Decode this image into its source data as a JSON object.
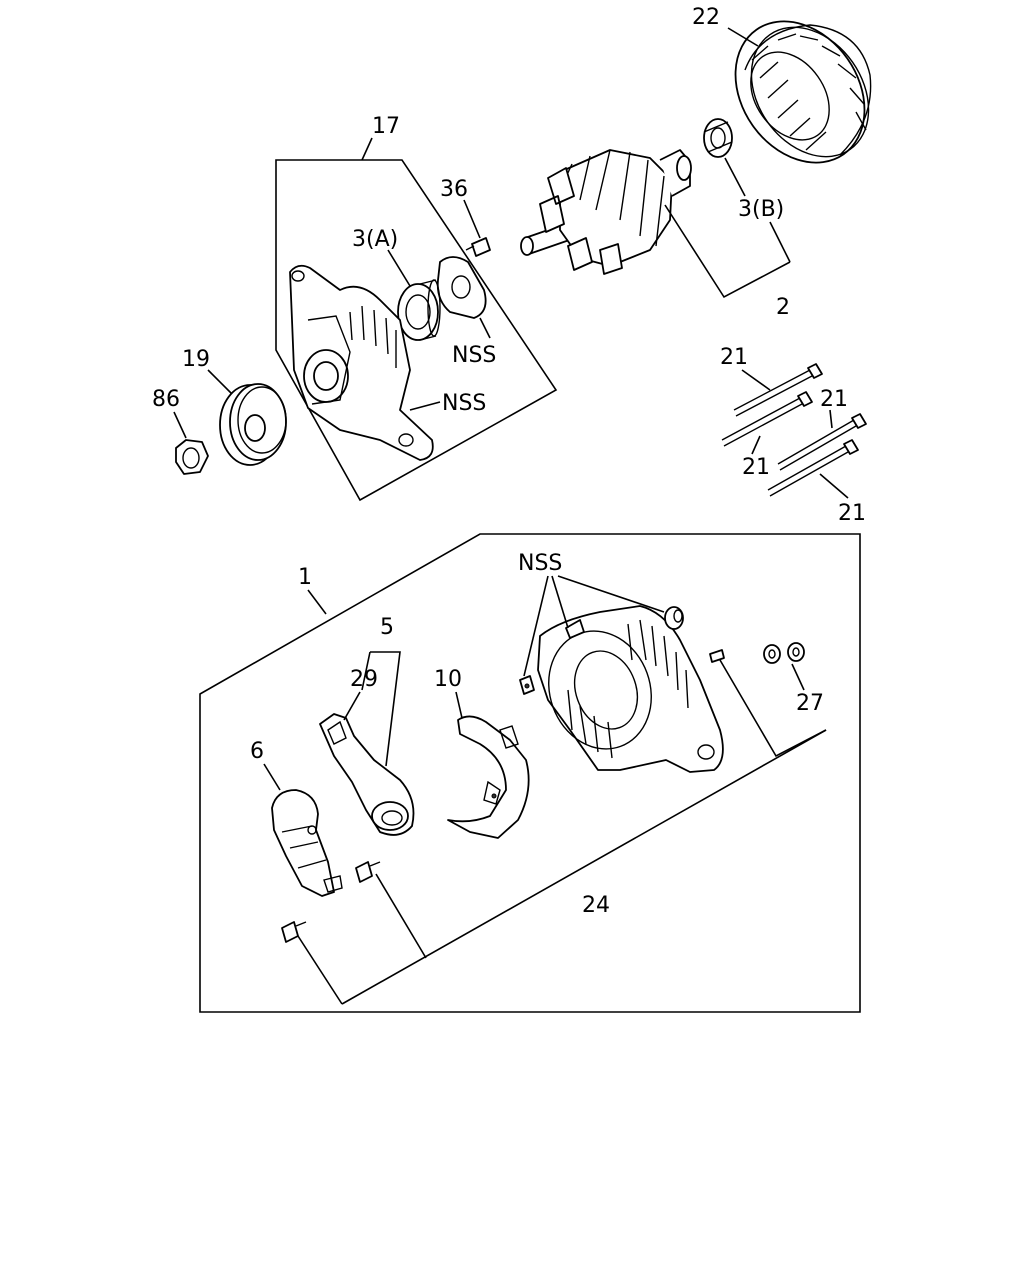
{
  "labels": {
    "l22": "22",
    "l17": "17",
    "l36": "36",
    "l3a": "3(A)",
    "l3b": "3(B)",
    "l2": "2",
    "lnss1": "NSS",
    "lnss2": "NSS",
    "l19": "19",
    "l86": "86",
    "l21a": "21",
    "l21b": "21",
    "l21c": "21",
    "l21d": "21",
    "l1": "1",
    "lnss3": "NSS",
    "l5": "5",
    "l29": "29",
    "l10": "10",
    "l6": "6",
    "l27": "27",
    "l24": "24"
  }
}
